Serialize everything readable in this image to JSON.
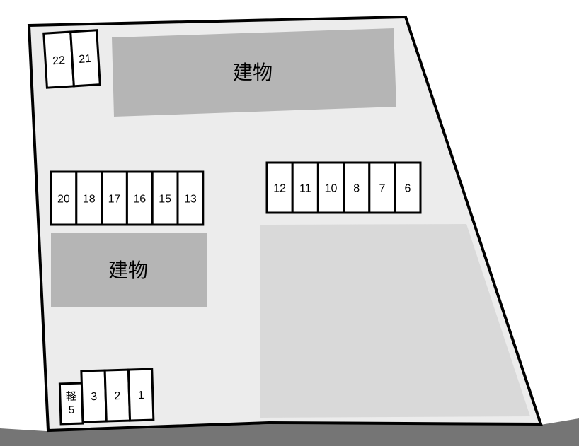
{
  "diagram": {
    "type": "parking-site-plan"
  },
  "colors": {
    "site_fill": "#ececec",
    "building_fill": "#b5b5b5",
    "pad_fill": "#d9d9d9",
    "road_fill": "#757575",
    "space_fill": "#ffffff",
    "outline": "#000000"
  },
  "buildings": {
    "top": {
      "label": "建物"
    },
    "left": {
      "label": "建物"
    }
  },
  "parking": {
    "top_left_row": {
      "spaces": [
        "22",
        "21"
      ]
    },
    "middle_left_row": {
      "spaces": [
        "20",
        "18",
        "17",
        "16",
        "15",
        "13"
      ]
    },
    "middle_right_row": {
      "spaces": [
        "12",
        "11",
        "10",
        "8",
        "7",
        "6"
      ]
    },
    "bottom_row": {
      "kei_space": {
        "type_label": "軽",
        "number": "5"
      },
      "spaces": [
        "3",
        "2",
        "1"
      ]
    }
  }
}
